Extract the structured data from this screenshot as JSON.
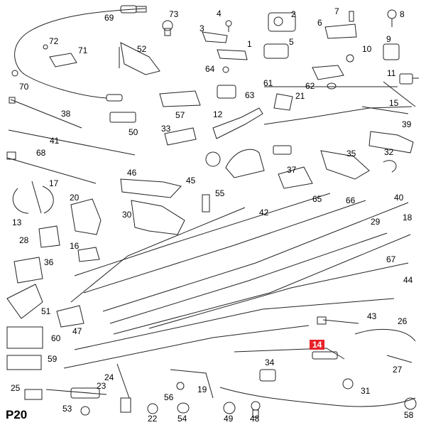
{
  "page_code": "P20",
  "highlighted_part": "14",
  "colors": {
    "highlight": "#e8232a",
    "line": "#222222",
    "background": "#ffffff"
  },
  "labels": [
    "1",
    "2",
    "3",
    "4",
    "5",
    "6",
    "7",
    "8",
    "9",
    "10",
    "11",
    "12",
    "13",
    "14",
    "15",
    "16",
    "17",
    "18",
    "19",
    "20",
    "21",
    "22",
    "23",
    "24",
    "25",
    "26",
    "27",
    "28",
    "29",
    "30",
    "31",
    "32",
    "33",
    "34",
    "35",
    "36",
    "37",
    "38",
    "39",
    "40",
    "41",
    "42",
    "43",
    "44",
    "45",
    "46",
    "47",
    "48",
    "49",
    "50",
    "51",
    "52",
    "53",
    "54",
    "55",
    "56",
    "57",
    "58",
    "59",
    "60",
    "61",
    "62",
    "63",
    "64",
    "65",
    "66",
    "67",
    "68",
    "69",
    "70",
    "71",
    "72",
    "73"
  ]
}
